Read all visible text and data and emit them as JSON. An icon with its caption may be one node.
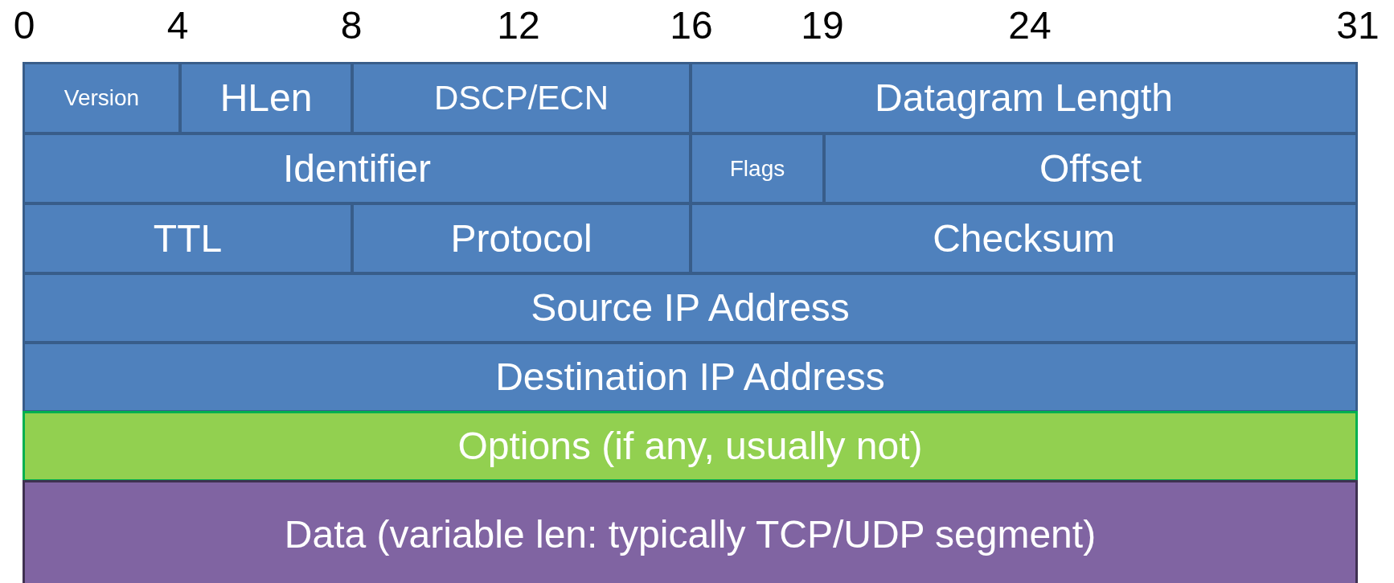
{
  "diagram": {
    "nodes": [
      {
        "text": [
          "Version"
        ]
      },
      {
        "text": [
          "HLen"
        ]
      },
      {
        "text": [
          "DSCP/ECN"
        ]
      },
      {
        "text": [
          "Datagram Length"
        ]
      },
      {
        "text": [
          "Identifier"
        ]
      },
      {
        "text": [
          "Flags"
        ]
      },
      {
        "text": [
          "Offset"
        ]
      },
      {
        "text": [
          "TTL"
        ]
      },
      {
        "text": [
          "Protocol"
        ]
      },
      {
        "text": [
          "Checksum"
        ]
      },
      {
        "text": [
          "Source IP Address"
        ]
      },
      {
        "text": [
          "Destination IP Address"
        ]
      },
      {
        "text": [
          "Options (if any, usually not)"
        ]
      },
      {
        "text": [
          "Data (variable len: typically TCP/UDP segment)"
        ]
      }
    ],
    "labels": [
      "0",
      "4",
      "8",
      "12",
      "16",
      "19",
      "24",
      "31"
    ]
  }
}
